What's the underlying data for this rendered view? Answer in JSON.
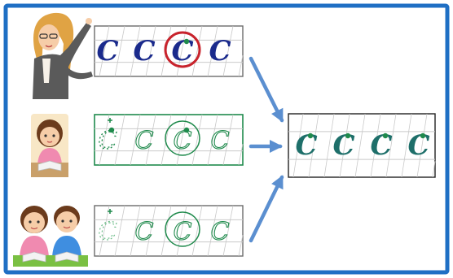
{
  "colors": {
    "frame": "#1f6fc4",
    "background": "#ffffff",
    "line_gray": "#6b6b6b",
    "guide_light": "#c9c9c9",
    "letter_navy": "#1a2a8c",
    "circle_red": "#c8232c",
    "green_dark": "#1f8a4c",
    "green_light": "#6cbc88",
    "teal_letter": "#1e6f6a",
    "arrow": "#5b8fd0",
    "skin": "#f6cda8",
    "hair_teacher": "#e0a344",
    "hair_brown": "#6b3b1c",
    "pink_shirt": "#f08ab0",
    "blue_shirt": "#3f8ee0",
    "green_shirt": "#7ac043",
    "desk": "#c9a06a",
    "card": "#f8e7c6",
    "book": "#f3f3f3",
    "jacket": "#5a5a5a",
    "blouse": "#f7f1e8"
  },
  "rows": [
    {
      "name": "row-teacher",
      "figure": "teacher",
      "strip_border": "line_gray",
      "letters": [
        {
          "char": "C",
          "style": "navy",
          "start_dot": false,
          "circled": false
        },
        {
          "char": "C",
          "style": "navy",
          "start_dot": false,
          "circled": false
        },
        {
          "char": "C",
          "style": "navy",
          "start_dot": true,
          "circled": true
        },
        {
          "char": "C",
          "style": "navy",
          "start_dot": false,
          "circled": false
        }
      ]
    },
    {
      "name": "row-girl",
      "figure": "girl",
      "strip_border": "green_dark",
      "letters": [
        {
          "char": "C",
          "style": "dotted",
          "start_dot": true,
          "circled": false,
          "plus": true
        },
        {
          "char": "C",
          "style": "thin",
          "start_dot": false,
          "circled": false
        },
        {
          "char": "C",
          "style": "thin",
          "start_dot": true,
          "circled": true
        },
        {
          "char": "C",
          "style": "thin",
          "start_dot": false,
          "circled": false
        }
      ]
    },
    {
      "name": "row-pair",
      "figure": "pair",
      "strip_border": "line_gray",
      "letters": [
        {
          "char": "C",
          "style": "faint-dotted",
          "start_dot": false,
          "circled": false,
          "plus": true
        },
        {
          "char": "C",
          "style": "thin",
          "start_dot": false,
          "circled": false
        },
        {
          "char": "C",
          "style": "thin",
          "start_dot": false,
          "circled": true
        },
        {
          "char": "C",
          "style": "thin",
          "start_dot": false,
          "circled": false
        }
      ]
    }
  ],
  "result": {
    "name": "result-strip",
    "letters": [
      {
        "char": "C",
        "style": "teal",
        "start_dot": true
      },
      {
        "char": "C",
        "style": "teal",
        "start_dot": true
      },
      {
        "char": "C",
        "style": "teal",
        "start_dot": true
      },
      {
        "char": "C",
        "style": "teal",
        "start_dot": true
      }
    ]
  },
  "arrows": [
    {
      "name": "arrow-from-teacher",
      "from_row": 0
    },
    {
      "name": "arrow-from-girl",
      "from_row": 1
    },
    {
      "name": "arrow-from-pair",
      "from_row": 2
    }
  ]
}
